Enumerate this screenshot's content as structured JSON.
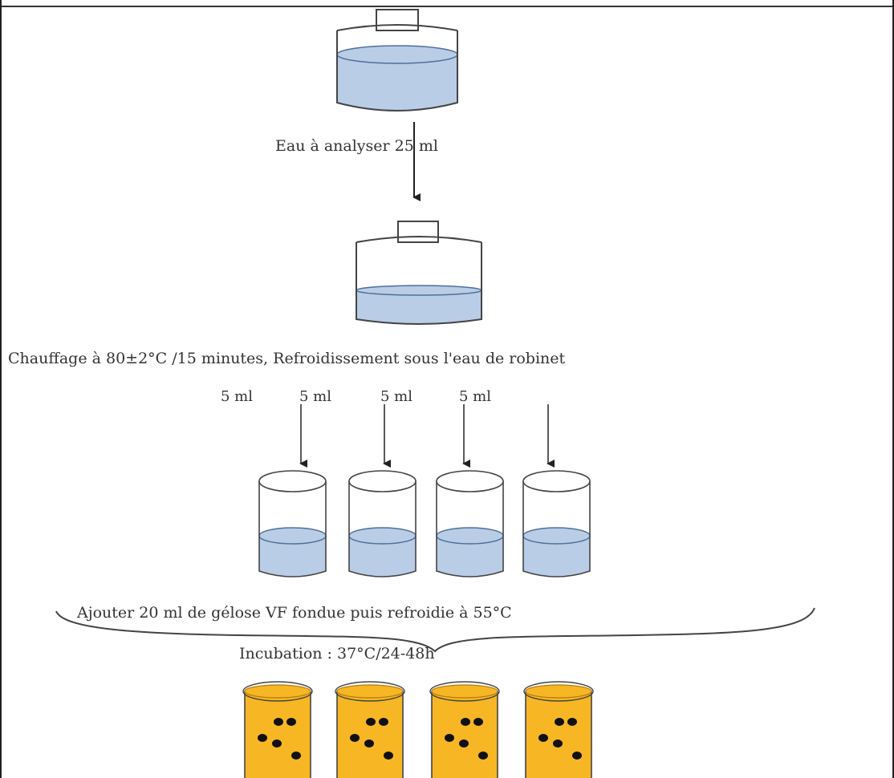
{
  "steps": {
    "sample_label": "Eau à  analyser  25 ml",
    "heating_label": "Chauffage à 80±2°C /15 minutes, Refroidissement sous l'eau de robinet",
    "volumes": [
      "5 ml",
      "5 ml",
      "5 ml",
      "5 ml"
    ],
    "agar_label": "Ajouter 20 ml de gélose VF fondue puis refroidie à 55°C",
    "incubation_label": "Incubation : 37°C/24-48h"
  },
  "colors": {
    "water": "#b9cde6",
    "water_edge": "#4f6f9a",
    "agar": "#f7b623",
    "colony": "#111111",
    "outline": "#444444"
  },
  "icons": [
    "sample-bottle-icon",
    "heated-bottle-icon",
    "test-tube-icon",
    "agar-tube-icon",
    "arrow-icon",
    "brace-icon"
  ]
}
